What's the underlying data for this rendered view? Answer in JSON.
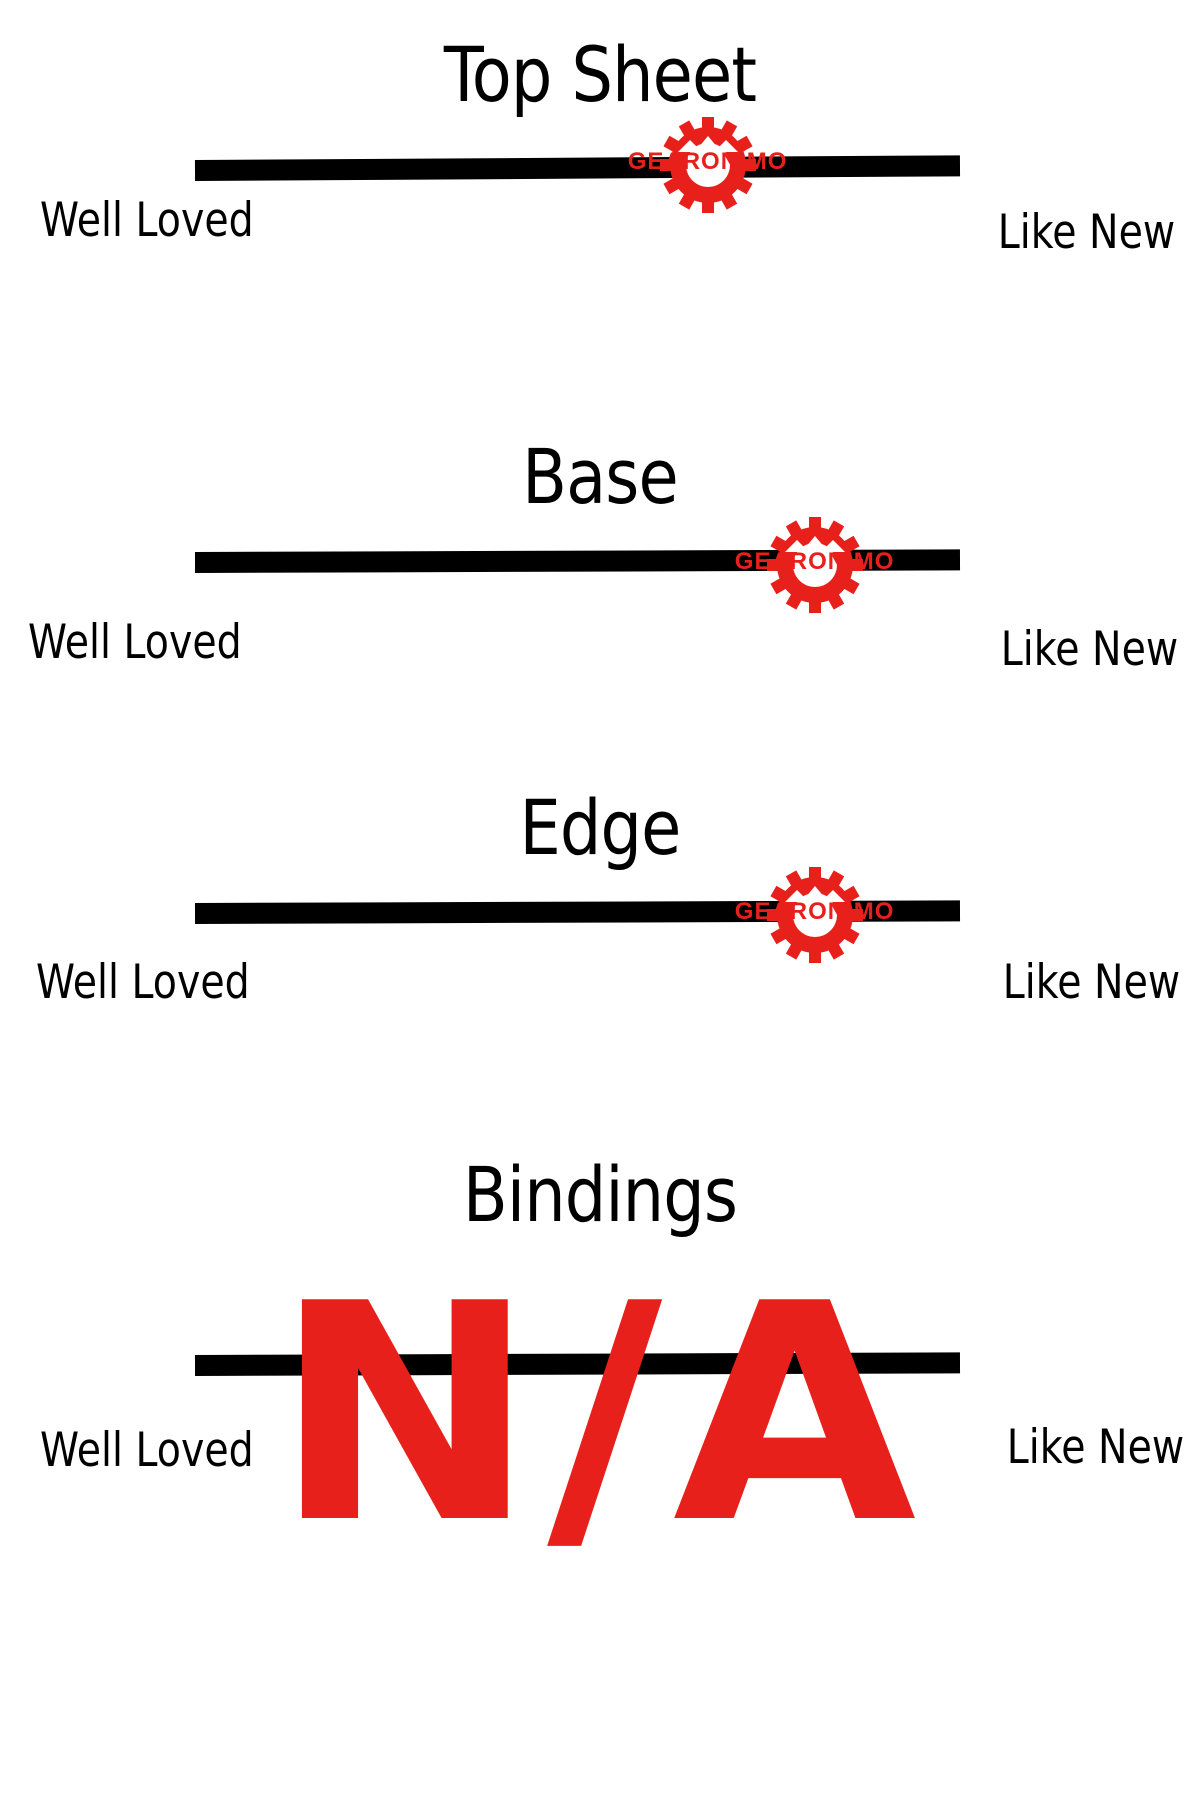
{
  "scale_left_label": "Well Loved",
  "scale_right_label": "Like New",
  "marker_label": "GEARONIMO",
  "accent_color": "#e8201c",
  "sections": [
    {
      "title": "Top Sheet",
      "rating": 0.67
    },
    {
      "title": "Base",
      "rating": 0.81
    },
    {
      "title": "Edge",
      "rating": 0.81
    },
    {
      "title": "Bindings",
      "rating": null,
      "rating_text": "N/A"
    }
  ]
}
